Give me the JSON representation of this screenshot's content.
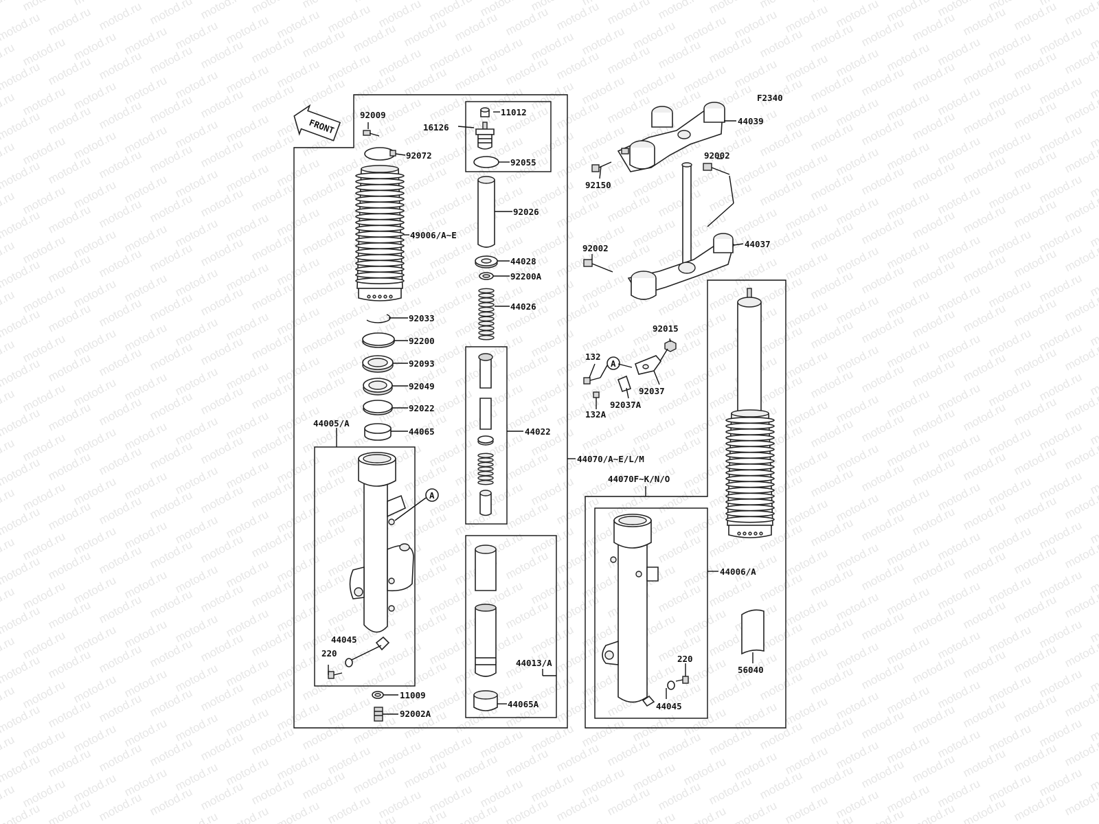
{
  "watermark_text": "motod.ru",
  "figure_code": "F2340",
  "front_label": "FRONT",
  "callout_letter": "A",
  "labels": {
    "p92009": "92009",
    "p92072": "92072",
    "p49006": "49006/A~E",
    "p92033": "92033",
    "p92200": "92200",
    "p92093": "92093",
    "p92049": "92049",
    "p92022": "92022",
    "p44065": "44065",
    "p44005": "44005/A",
    "p44045l": "44045",
    "p220l": "220",
    "p11009": "11009",
    "p92002a": "92002A",
    "p11012": "11012",
    "p16126": "16126",
    "p92055": "92055",
    "p92026": "92026",
    "p44028": "44028",
    "p92200a": "92200A",
    "p44026": "44026",
    "p44022": "44022",
    "p44070a": "44070/A~E/L/M",
    "p44070f": "44070F~K/N/O",
    "p44013": "44013/A",
    "p44065a": "44065A",
    "p44039": "44039",
    "p92150": "92150",
    "p92002t": "92002",
    "p92002b": "92002",
    "p44037": "44037",
    "p92015": "92015",
    "p132": "132",
    "p92037": "92037",
    "p92037a": "92037A",
    "p132a": "132A",
    "p44006": "44006/A",
    "p56040": "56040",
    "p220r": "220",
    "p44045r": "44045"
  }
}
